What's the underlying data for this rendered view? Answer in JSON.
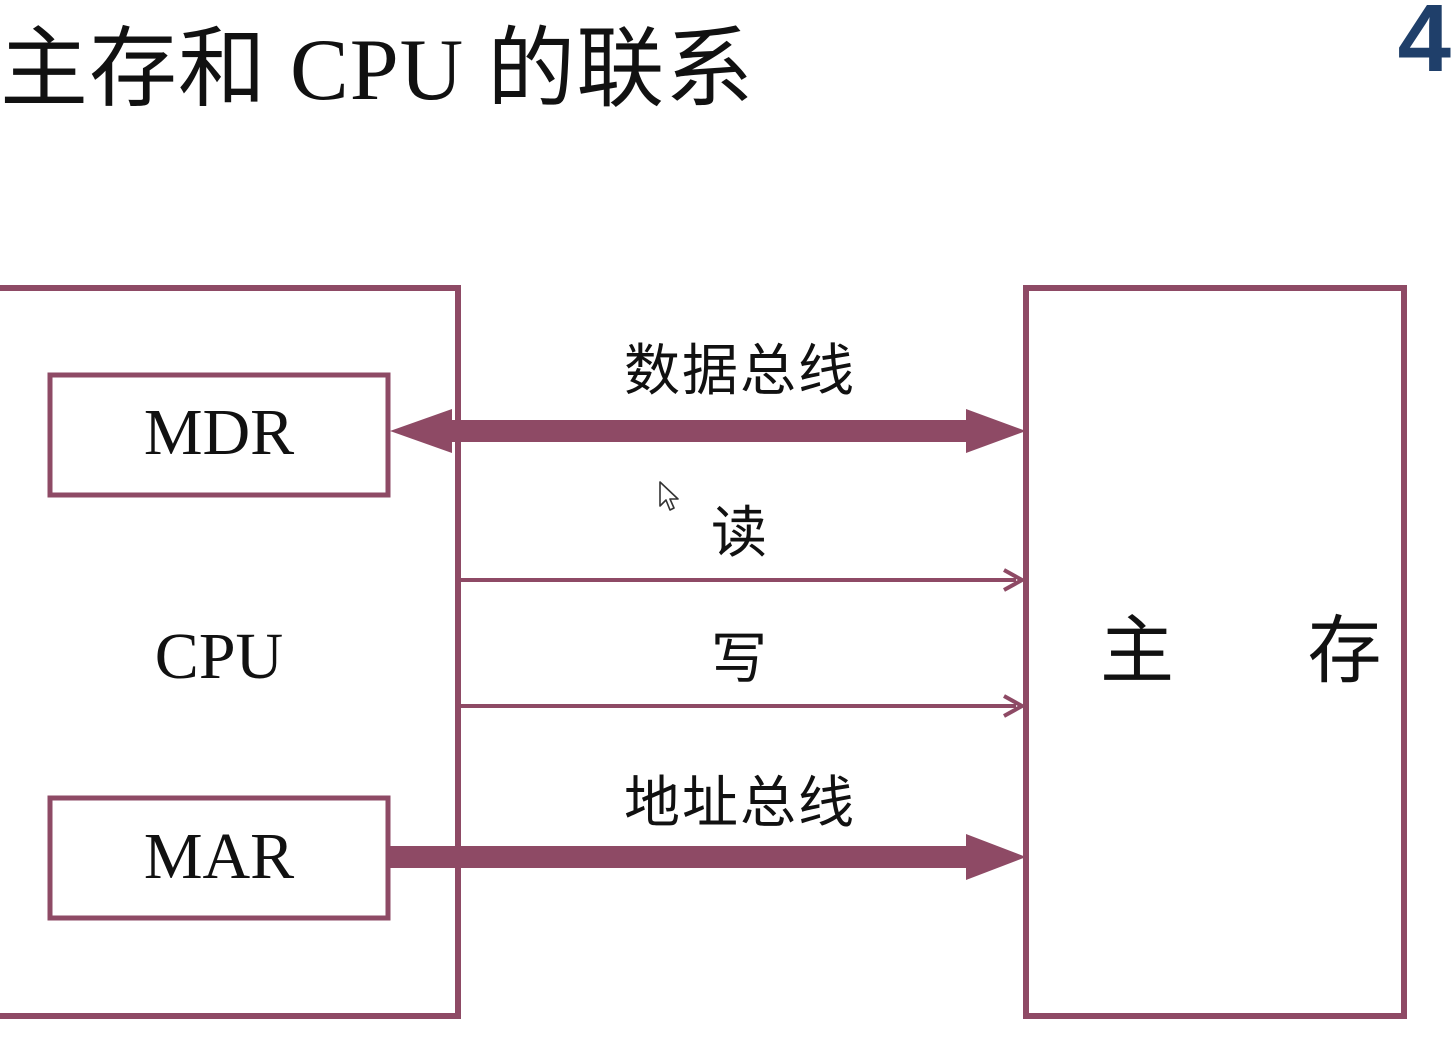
{
  "slide": {
    "title": "主存和 CPU 的联系",
    "page_number": "4"
  },
  "cpu": {
    "label": "CPU",
    "registers": {
      "mdr": "MDR",
      "mar": "MAR"
    }
  },
  "memory": {
    "label": "主  存"
  },
  "signals": {
    "data_bus": "数据总线",
    "read": "读",
    "write": "写",
    "address_bus": "地址总线"
  },
  "colors": {
    "line": "#8e4a65",
    "page_number": "#1f3f6a"
  }
}
